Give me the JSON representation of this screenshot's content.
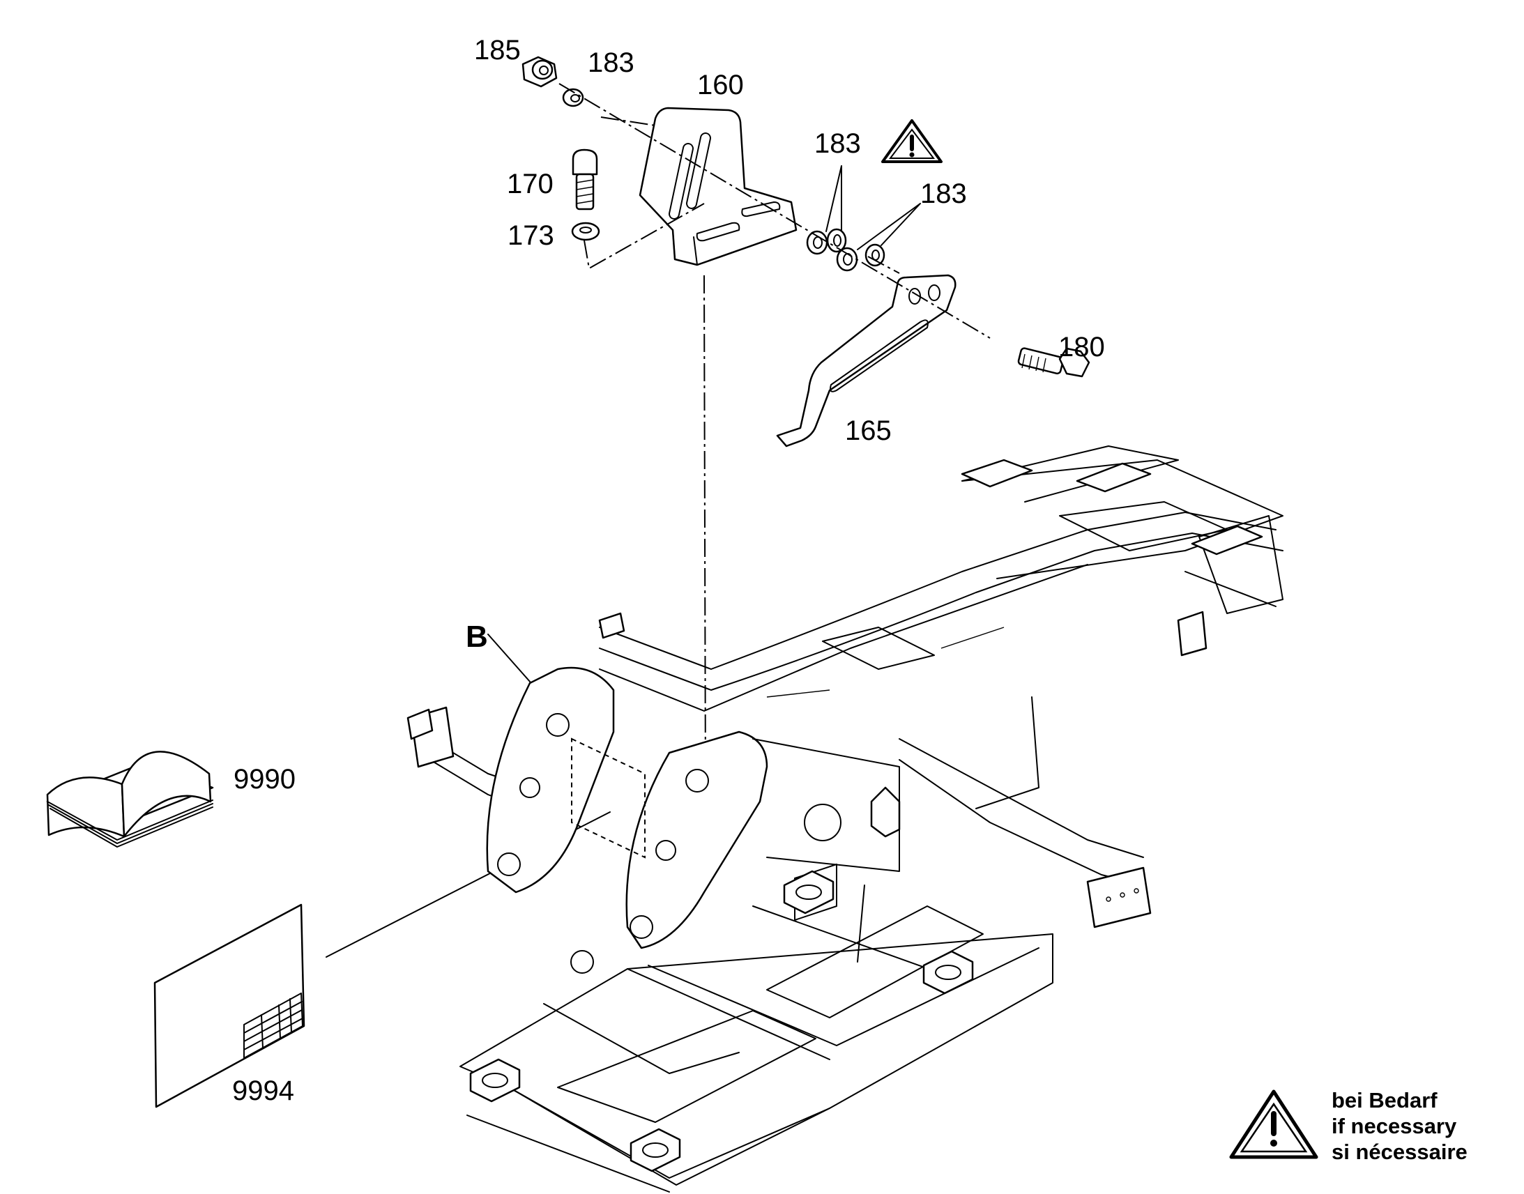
{
  "part_labels": {
    "p185": "185",
    "p183_top": "183",
    "p160": "160",
    "p170": "170",
    "p173": "173",
    "p183_mid": "183",
    "p183_right": "183",
    "p180": "180",
    "p165": "165",
    "detail_b": "B",
    "p9990": "9990",
    "p9994": "9994"
  },
  "note": {
    "line_de": "bei Bedarf",
    "line_en": "if necessary",
    "line_fr": "si nécessaire"
  },
  "icons": [
    "warning-triangle-icon",
    "manual-book-icon",
    "drawing-sheet-icon"
  ]
}
